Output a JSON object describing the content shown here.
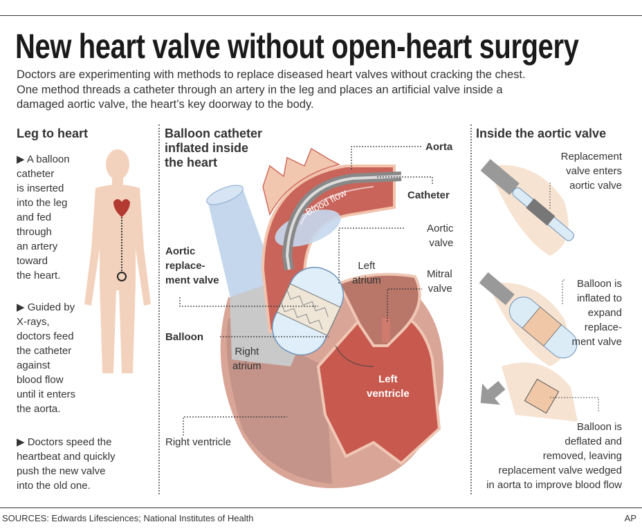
{
  "title": "New heart valve without open-heart surgery",
  "subtitle": "Doctors are experimenting with methods to replace diseased heart valves without cracking the chest.\nOne method threads a catheter through an artery in the leg and places an artificial valve inside a\ndamaged aortic valve, the heart’s key doorway to the body.",
  "left": {
    "heading": "Leg to heart",
    "steps": [
      "▶ A balloon\ncatheter\nis inserted\ninto the leg\nand fed\nthrough\nan artery\ntoward\nthe heart.",
      "▶ Guided by\nX-rays,\ndoctors feed\nthe catheter\nagainst\nblood flow\nuntil it enters\nthe aorta.",
      "▶ Doctors speed the\nheartbeat and quickly\npush the new valve\ninto the old one."
    ]
  },
  "center": {
    "heading": "Balloon catheter\ninflated inside\nthe heart",
    "labels": {
      "aorta": "Aorta",
      "catheter": "Catheter",
      "aortic_valve": "Aortic\nvalve",
      "mitral_valve": "Mitral\nvalve",
      "left_atrium": "Left\natrium",
      "aortic_replacement_valve": "Aortic\nreplace-\nment valve",
      "balloon": "Balloon",
      "right_atrium": "Right\natrium",
      "left_ventricle": "Left\nventricle",
      "right_ventricle": "Right ventricle",
      "blood_flow": "Blood flow"
    }
  },
  "right": {
    "heading": "Inside the aortic valve",
    "steps": [
      "Replacement\nvalve enters\naortic valve",
      "Balloon is\ninflated to\nexpand\nreplace-\nment valve",
      "Balloon is\ndeflated and\nremoved, leaving\nreplacement valve wedged\nin aorta to improve blood flow"
    ]
  },
  "footer": {
    "sources": "SOURCES: Edwards Lifesciences; National Institutes of Health",
    "credit": "AP"
  },
  "colors": {
    "tissue": "#f2c9b0",
    "muscle": "#c85a50",
    "dark_muscle": "#a8443c",
    "vein": "#b8cfe8",
    "text": "#333333"
  }
}
